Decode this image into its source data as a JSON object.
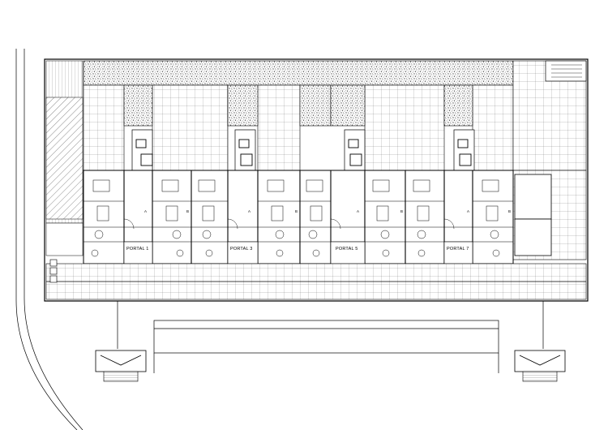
{
  "portals": [
    {
      "id": "portal-1",
      "label": "PORTAL 1"
    },
    {
      "id": "portal-3",
      "label": "PORTAL 3"
    },
    {
      "id": "portal-5",
      "label": "PORTAL 5"
    },
    {
      "id": "portal-7",
      "label": "PORTAL 7"
    }
  ],
  "unit_marks": [
    {
      "id": "mark-a-1",
      "label": "A"
    },
    {
      "id": "mark-b-1",
      "label": "B"
    },
    {
      "id": "mark-a-2",
      "label": "A"
    },
    {
      "id": "mark-b-2",
      "label": "B"
    },
    {
      "id": "mark-a-3",
      "label": "A"
    },
    {
      "id": "mark-b-3",
      "label": "B"
    },
    {
      "id": "mark-a-4",
      "label": "A"
    },
    {
      "id": "mark-b-4",
      "label": "B"
    }
  ],
  "colors": {
    "line": "#000000",
    "gravel": "#bdbdbd",
    "paper": "#ffffff"
  }
}
